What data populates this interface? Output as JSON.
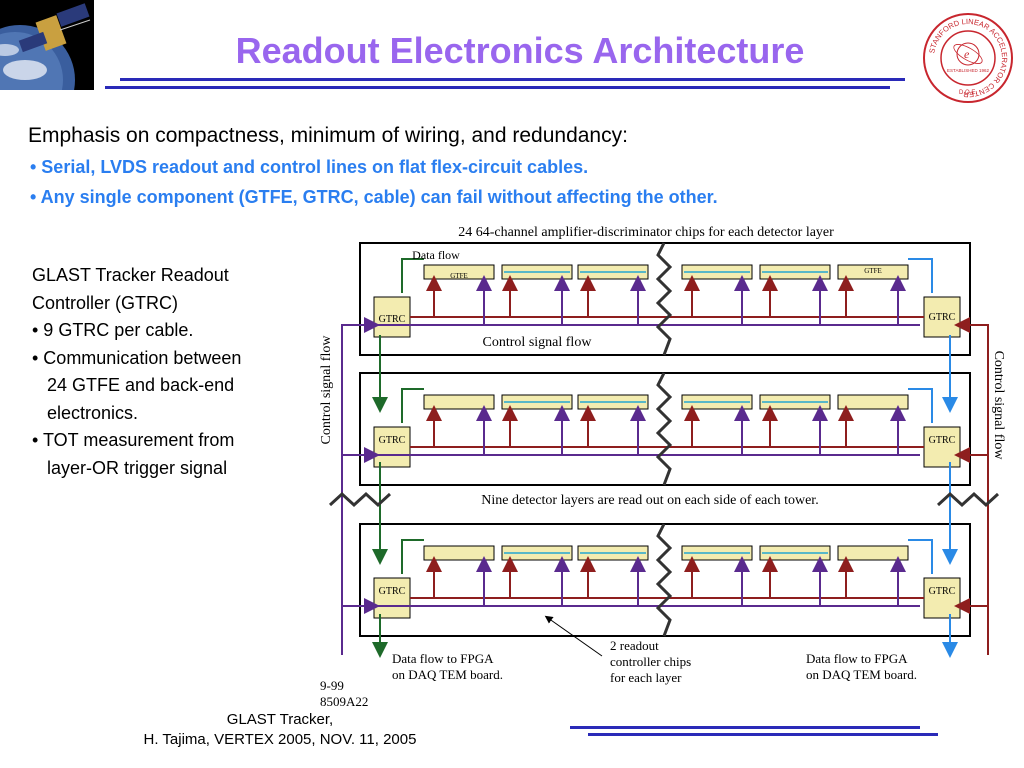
{
  "slide": {
    "title": "Readout Electronics Architecture",
    "emphasis": "Emphasis on compactness, minimum of wiring, and redundancy:",
    "bullets": [
      "• Serial, LVDS readout and control lines on flat flex-circuit cables.",
      "• Any single component (GTFE, GTRC, cable)  can fail without affecting the other."
    ],
    "left_text": [
      "GLAST Tracker Readout",
      "Controller (GTRC)",
      "• 9 GTRC per cable.",
      "• Communication between",
      "   24 GTFE and back-end",
      "   electronics.",
      "• TOT measurement from",
      "   layer-OR trigger signal"
    ],
    "footer": [
      "GLAST Tracker,",
      "H. Tajima, VERTEX 2005, NOV. 11, 2005"
    ]
  },
  "logo": {
    "ring_text": "STANFORD LINEAR ACCELERATOR CENTER",
    "established": "ESTABLISHED 1962",
    "doe": "D.O.E."
  },
  "diagram": {
    "top_caption": "24 64-channel amplifier-discriminator chips for each detector layer",
    "data_flow_label": "Data flow",
    "gtfe_label": "GTFE",
    "gtrc_label": "GTRC",
    "control_flow_inner": "Control signal flow",
    "control_flow_side_left": "Control signal flow",
    "control_flow_side_right": "Control signal flow",
    "middle_caption": "Nine detector layers are read out on each side of each tower.",
    "bottom_left_line1": "Data flow to FPGA",
    "bottom_left_line2": "on DAQ TEM board.",
    "bottom_right_line1": "Data flow to FPGA",
    "bottom_right_line2": "on DAQ TEM board.",
    "readout_note": [
      "2 readout",
      "controller chips",
      "for each layer"
    ],
    "figure_id_line1": "9-99",
    "figure_id_line2": "8509A22",
    "colors": {
      "gtrc_fill": "#f3ecb0",
      "chip_fill": "#f3ecb0",
      "chip_stripe": "#58b8c8",
      "green_line": "#1e6a2a",
      "blue_line": "#2a8ae6",
      "purple_line": "#5a2a8e",
      "red_line": "#8e1e1e"
    }
  }
}
